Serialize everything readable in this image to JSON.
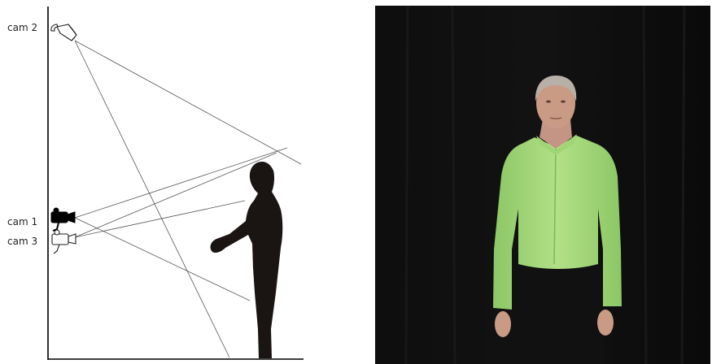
{
  "diagram": {
    "cameras": [
      {
        "id": "cam2",
        "label": "cam 2",
        "style": "outline",
        "icon": "security-camera-icon"
      },
      {
        "id": "cam1",
        "label": "cam 1",
        "style": "filled",
        "icon": "video-camera-icon"
      },
      {
        "id": "cam3",
        "label": "cam 3",
        "style": "outline",
        "icon": "video-camera-icon"
      }
    ],
    "colors": {
      "line": "#444444",
      "silhouette": "#1a1412",
      "axis": "#000000"
    }
  },
  "photo": {
    "subject": "person-standing",
    "colors": {
      "background": "#0b0b0b",
      "shirt": "#a6d97a",
      "trousers": "#111111",
      "skin": "#c99a84",
      "hair": "#b8b0a6"
    }
  }
}
